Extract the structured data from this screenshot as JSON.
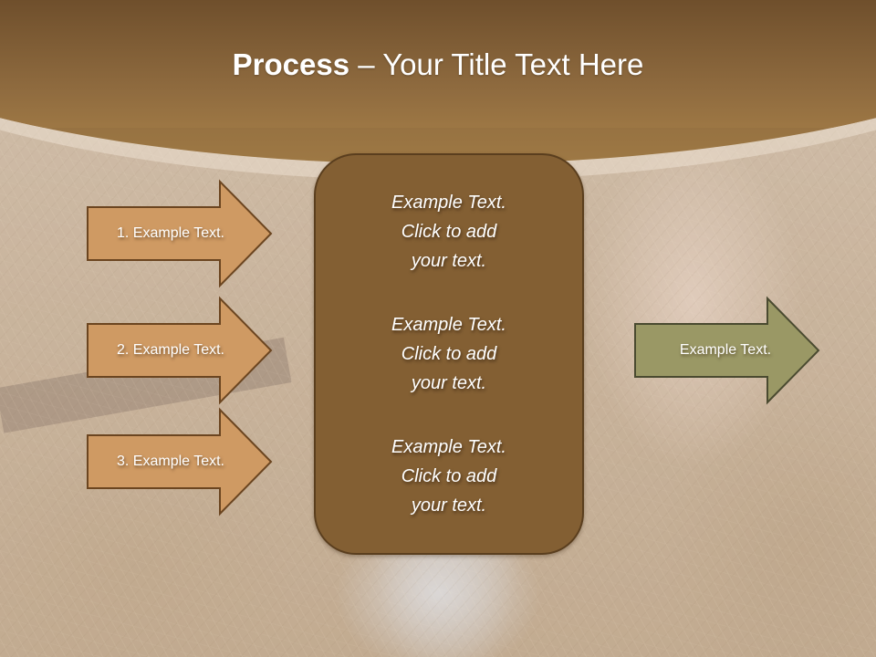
{
  "slide": {
    "title": {
      "bold": "Process",
      "rest": " – Your Title Text Here"
    },
    "left_arrows": [
      {
        "label": "1. Example Text."
      },
      {
        "label": "2. Example Text."
      },
      {
        "label": "3. Example Text."
      }
    ],
    "center_box": {
      "blocks": [
        {
          "text": "Example Text.\nClick  to add\nyour text."
        },
        {
          "text": "Example Text.\nClick  to add\nyour text."
        },
        {
          "text": "Example Text.\nClick  to add\nyour text."
        }
      ]
    },
    "right_arrow": {
      "label": "Example Text."
    },
    "colors": {
      "header_top": "#6f4f2c",
      "header_bottom": "#a07a45",
      "left_arrow_fill": "#cf9a63",
      "left_arrow_border": "#6b4520",
      "center_box_fill": "#835f33",
      "center_box_border": "#5a3e1e",
      "right_arrow_fill": "#9a9865",
      "right_arrow_border": "#4a4a30"
    }
  }
}
